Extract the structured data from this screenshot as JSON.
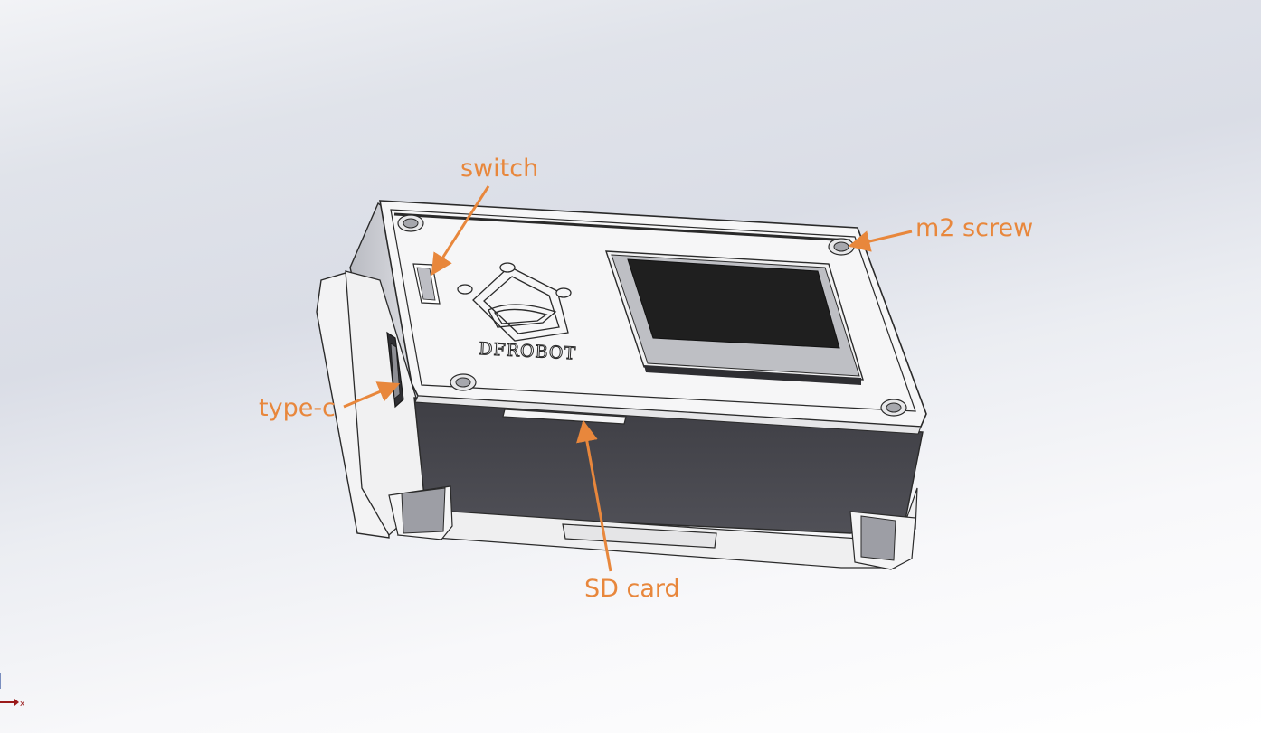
{
  "labels": {
    "switch": "switch",
    "m2_screw": "m2 screw",
    "type_c": "type-c",
    "sd_card": "SD card"
  },
  "logo": {
    "text": "DFROBOT"
  },
  "triad": {
    "x_label": "x"
  },
  "colors": {
    "callout": "#e8873c",
    "case_white": "#f4f4f4",
    "case_dark": "#45454b",
    "screen": "#1f1f1f",
    "edge": "#2a2a2a"
  }
}
